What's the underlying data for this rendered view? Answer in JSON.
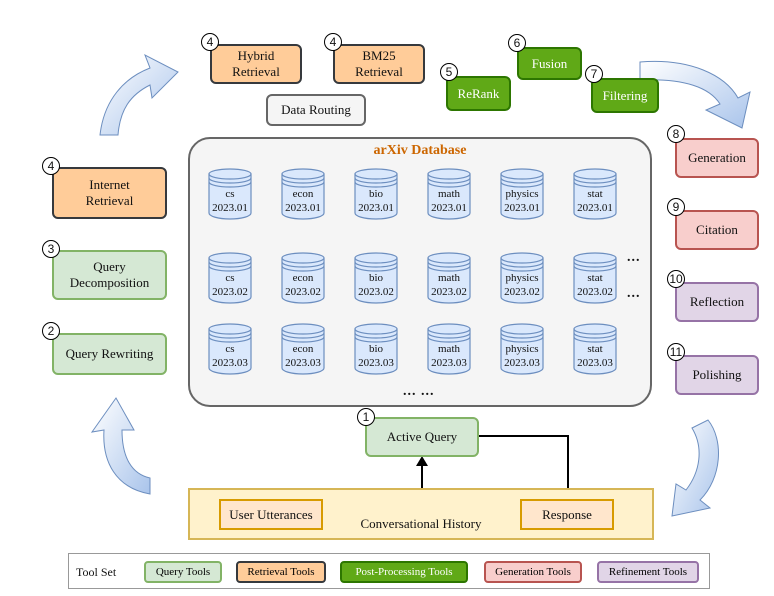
{
  "tools": {
    "hybrid": {
      "num": "4",
      "label": "Hybrid\nRetrieval"
    },
    "bm25": {
      "num": "4",
      "label": "BM25\nRetrieval"
    },
    "fusion": {
      "num": "6",
      "label": "Fusion"
    },
    "rerank": {
      "num": "5",
      "label": "ReRank"
    },
    "filtering": {
      "num": "7",
      "label": "Filtering"
    },
    "routing": {
      "label": "Data Routing"
    },
    "internet": {
      "num": "4",
      "label": "Internet\nRetrieval"
    },
    "decomposition": {
      "num": "3",
      "label": "Query\nDecomposition"
    },
    "rewriting": {
      "num": "2",
      "label": "Query Rewriting"
    },
    "generation": {
      "num": "8",
      "label": "Generation"
    },
    "citation": {
      "num": "9",
      "label": "Citation"
    },
    "reflection": {
      "num": "10",
      "label": "Reflection"
    },
    "polishing": {
      "num": "11",
      "label": "Polishing"
    },
    "active_query": {
      "num": "1",
      "label": "Active Query"
    }
  },
  "database": {
    "title": "arXiv Database",
    "rows": [
      {
        "date": "2023.01",
        "cats": [
          "cs",
          "econ",
          "bio",
          "math",
          "physics",
          "stat"
        ]
      },
      {
        "date": "2023.02",
        "cats": [
          "cs",
          "econ",
          "bio",
          "math",
          "physics",
          "stat"
        ]
      },
      {
        "date": "2023.03",
        "cats": [
          "cs",
          "econ",
          "bio",
          "math",
          "physics",
          "stat"
        ]
      }
    ],
    "ellipsis_right": "...",
    "ellipsis_bottom": "... ..."
  },
  "history": {
    "label": "Conversational History",
    "user": "User Utterances",
    "response": "Response"
  },
  "legend": {
    "title": "Tool Set",
    "items": [
      {
        "label": "Query Tools",
        "bg": "#d5e8d4",
        "border": "#82b366",
        "color": "#000000"
      },
      {
        "label": "Retrieval Tools",
        "bg": "#ffcc99",
        "border": "#36393d",
        "color": "#000000"
      },
      {
        "label": "Post-Processing Tools",
        "bg": "#60a917",
        "border": "#2d7600",
        "color": "#ffffff"
      },
      {
        "label": "Generation Tools",
        "bg": "#f8cecc",
        "border": "#b85450",
        "color": "#000000"
      },
      {
        "label": "Refinement Tools",
        "bg": "#e1d5e7",
        "border": "#9673a6",
        "color": "#000000"
      }
    ]
  }
}
